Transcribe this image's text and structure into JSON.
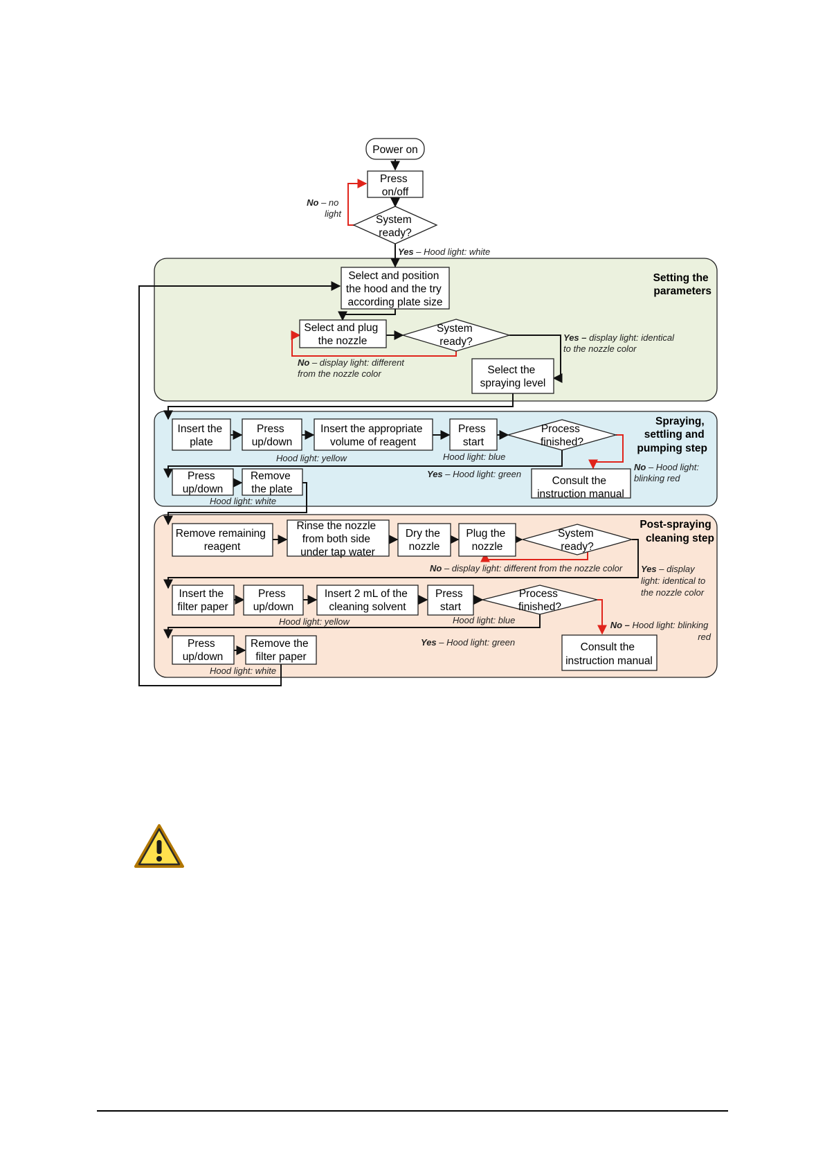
{
  "nodes": {
    "power_on": "Power on",
    "press_onoff": [
      "Press",
      "on/off"
    ],
    "system_ready_1": [
      "System",
      "ready?"
    ],
    "select_position": [
      "Select and position",
      "the hood and the try",
      "according plate size"
    ],
    "select_plug": [
      "Select and plug",
      "the nozzle"
    ],
    "system_ready_2": [
      "System",
      "ready?"
    ],
    "select_spraying": [
      "Select the",
      "spraying level"
    ],
    "insert_plate": [
      "Insert the",
      "plate"
    ],
    "press_updown_1": [
      "Press",
      "up/down"
    ],
    "insert_volume": [
      "Insert  the appropriate",
      "volume of reagent"
    ],
    "press_start_1": [
      "Press",
      "start"
    ],
    "process_finished_1": [
      "Process",
      "finished?"
    ],
    "consult_manual_1": [
      "Consult the",
      "instruction manual"
    ],
    "press_updown_2": [
      "Press",
      "up/down"
    ],
    "remove_plate": [
      "Remove",
      "the plate"
    ],
    "remove_reagent": [
      "Remove remaining",
      "reagent"
    ],
    "rinse_nozzle": [
      "Rinse the nozzle",
      "from both side",
      "under tap water"
    ],
    "dry_nozzle": [
      "Dry the",
      "nozzle"
    ],
    "plug_nozzle": [
      "Plug the",
      "nozzle"
    ],
    "system_ready_3": [
      "System",
      "ready?"
    ],
    "insert_filter": [
      "Insert the",
      "filter paper"
    ],
    "press_updown_3": [
      "Press",
      "up/down"
    ],
    "insert_solvent": [
      "Insert 2 mL of the",
      "cleaning solvent"
    ],
    "press_start_2": [
      "Press",
      "start"
    ],
    "process_finished_2": [
      "Process",
      "finished?"
    ],
    "consult_manual_2": [
      "Consult the",
      "instruction manual"
    ],
    "press_updown_4": [
      "Press",
      "up/down"
    ],
    "remove_filter": [
      "Remove the",
      "filter paper"
    ]
  },
  "sections": {
    "setting": [
      "Setting the",
      "parameters"
    ],
    "spraying": [
      "Spraying,",
      "settling and",
      "pumping step"
    ],
    "cleaning": [
      "Post-spraying",
      "cleaning step"
    ]
  },
  "annotations": {
    "no_nolight": {
      "bold": "No",
      "lines": [
        " – no",
        "light"
      ]
    },
    "yes_white": {
      "bold": "Yes",
      "rest": " – Hood light: white"
    },
    "yes_identical_1": {
      "bold": "Yes –",
      "lines": [
        " display light: identical",
        "to the nozzle color"
      ]
    },
    "no_different_1": {
      "bold": "No",
      "lines": [
        " – display light: different",
        "from the nozzle color"
      ]
    },
    "hood_yellow_1": "Hood light: yellow",
    "hood_blue_1": "Hood light: blue",
    "yes_green_1": {
      "bold": "Yes",
      "rest": " – Hood light: green"
    },
    "no_blinking_1": {
      "bold": "No",
      "lines": [
        " – Hood light:",
        "blinking red"
      ]
    },
    "hood_white_1": "Hood light: white",
    "no_different_2": {
      "bold": "No",
      "rest": " – display light: different from the nozzle color"
    },
    "yes_identical_2": {
      "bold": "Yes",
      "lines": [
        " – display",
        "light: identical to",
        "the nozzle color"
      ]
    },
    "hood_yellow_2": "Hood light: yellow",
    "hood_blue_2": "Hood light: blue",
    "no_blinking_2": {
      "bold": "No –",
      "lines": [
        " Hood light: blinking",
        "red"
      ]
    },
    "yes_green_2": {
      "bold": "Yes",
      "rest": " – Hood light: green"
    },
    "hood_white_2": "Hood light: white"
  },
  "icons": {
    "warning": "warning-triangle-icon"
  },
  "colors": {
    "setting_fill": "#ebf1de",
    "spraying_fill": "#dbeef4",
    "cleaning_fill": "#fbe5d6",
    "no_path": "#e0241b",
    "warning_fill": "#ffd21a"
  }
}
